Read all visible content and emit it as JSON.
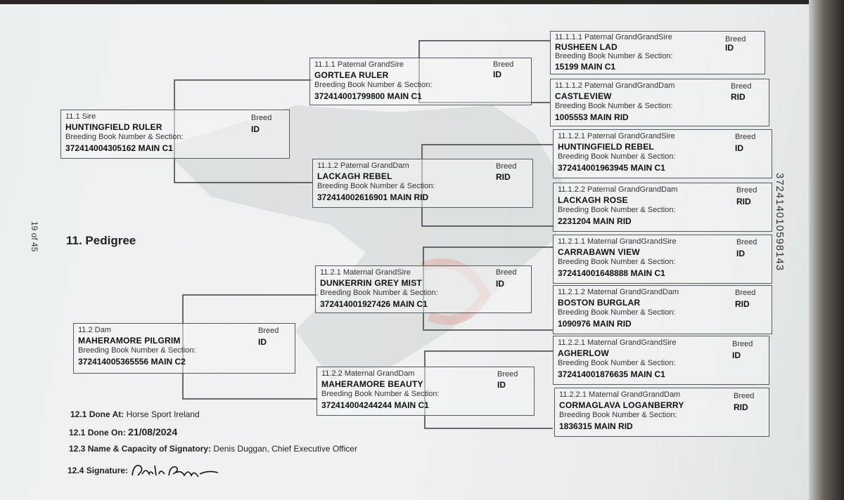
{
  "page_number": "19 of 45",
  "section_title": "11. Pedigree",
  "side_id": "372414010598143",
  "breed_label": "Breed",
  "book_label": "Breeding Book Number & Section:",
  "sire": {
    "label": "11.1 Sire",
    "name": "HUNTINGFIELD RULER",
    "number": "372414004305162 MAIN C1",
    "breed": "ID"
  },
  "dam": {
    "label": "11.2 Dam",
    "name": "MAHERAMORE PILGRIM",
    "number": "372414005365556 MAIN C2",
    "breed": "ID"
  },
  "grandparents": [
    {
      "label": "11.1.1 Paternal GrandSire",
      "name": "GORTLEA RULER",
      "number": "372414001799800 MAIN C1",
      "breed": "ID"
    },
    {
      "label": "11.1.2 Paternal GrandDam",
      "name": "LACKAGH REBEL",
      "number": "372414002616901 MAIN RID",
      "breed": "RID"
    },
    {
      "label": "11.2.1 Maternal GrandSire",
      "name": "DUNKERRIN GREY MIST",
      "number": "372414001927426 MAIN C1",
      "breed": "ID"
    },
    {
      "label": "11.2.2 Maternal GrandDam",
      "name": "MAHERAMORE BEAUTY",
      "number": "372414004244244 MAIN C1",
      "breed": "ID"
    }
  ],
  "great_grandparents": [
    {
      "label": "11.1.1.1 Paternal GrandGrandSire",
      "name": "RUSHEEN LAD",
      "number": "15199 MAIN C1",
      "breed": "ID"
    },
    {
      "label": "11.1.1.2 Paternal GrandGrandDam",
      "name": "CASTLEVIEW",
      "number": "1005553 MAIN RID",
      "breed": "RID"
    },
    {
      "label": "11.1.2.1 Paternal GrandGrandSire",
      "name": "HUNTINGFIELD REBEL",
      "number": "372414001963945 MAIN C1",
      "breed": "ID"
    },
    {
      "label": "11.1.2.2 Paternal GrandGrandDam",
      "name": "LACKAGH ROSE",
      "number": "2231204 MAIN RID",
      "breed": "RID"
    },
    {
      "label": "11.2.1.1 Maternal GrandGrandSire",
      "name": "CARRABAWN VIEW",
      "number": "372414001648888 MAIN C1",
      "breed": "ID"
    },
    {
      "label": "11.2.1.2 Maternal GrandGrandDam",
      "name": "BOSTON BURGLAR",
      "number": "1090976 MAIN RID",
      "breed": "RID"
    },
    {
      "label": "11.2.2.1 Maternal GrandGrandSire",
      "name": "AGHERLOW",
      "number": "372414001876635 MAIN C1",
      "breed": "ID"
    },
    {
      "label": "11.2.2.1 Maternal GrandGrandDam",
      "name": "CORMAGLAVA LOGANBERRY",
      "number": "1836315 MAIN RID",
      "breed": "RID"
    }
  ],
  "footer": {
    "done_at_label": "12.1 Done At:",
    "done_at": "Horse Sport Ireland",
    "done_on_label": "12.1 Done On:",
    "done_on": "21/08/2024",
    "signatory_label": "12.3 Name & Capacity of Signatory:",
    "signatory": "Denis Duggan, Chief Executive Officer",
    "signature_label": "12.4 Signature:"
  }
}
